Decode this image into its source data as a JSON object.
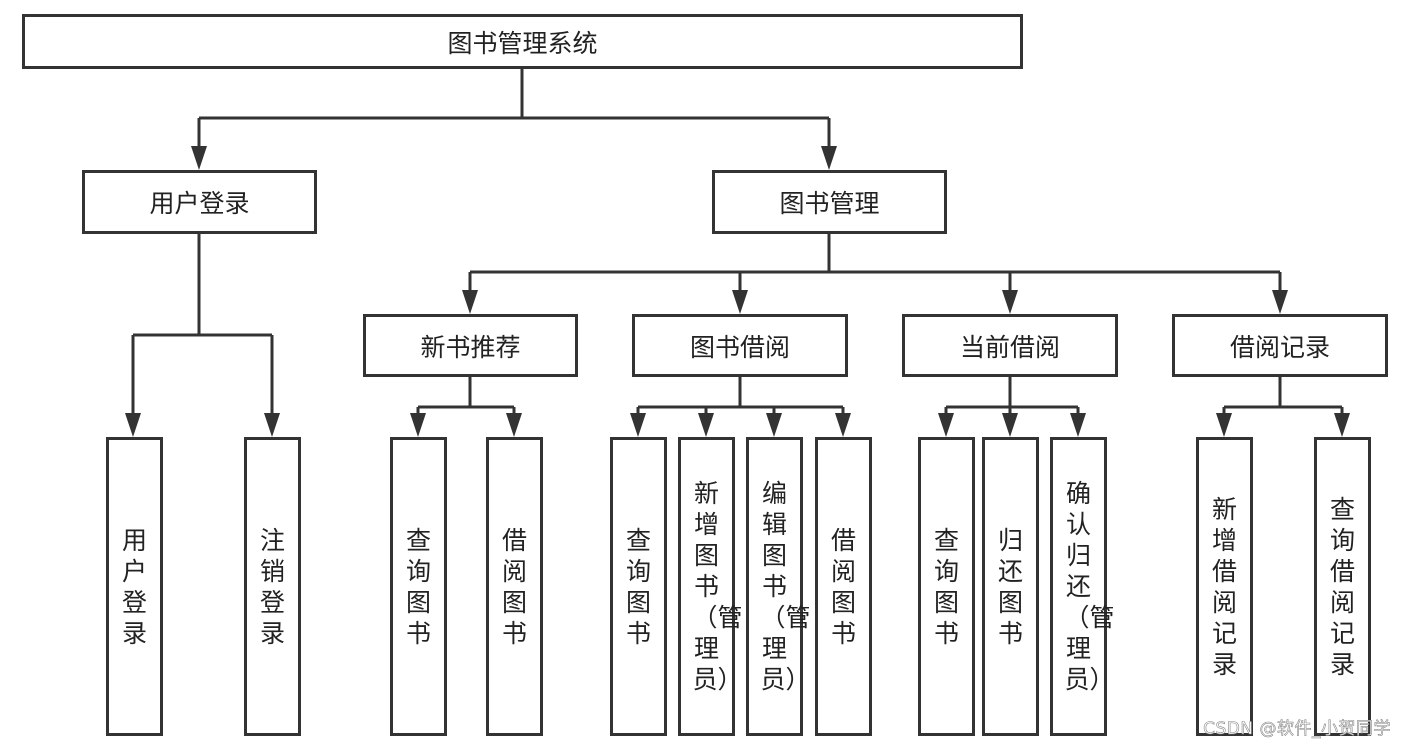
{
  "root": "图书管理系统",
  "level1": [
    "用户登录",
    "图书管理"
  ],
  "level2": [
    "新书推荐",
    "图书借阅",
    "当前借阅",
    "借阅记录"
  ],
  "leaves": {
    "user_login": [
      "用户登录",
      "注销登录"
    ],
    "new_books": [
      "查询图书",
      "借阅图书"
    ],
    "borrow": [
      "查询图书",
      "新增图书（管理员）",
      "编辑图书（管理员）",
      "借阅图书"
    ],
    "current": [
      "查询图书",
      "归还图书",
      "确认归还（管理员）"
    ],
    "records": [
      "新增借阅记录",
      "查询借阅记录"
    ]
  },
  "watermark": "CSDN @软件_小贺同学",
  "colors": {
    "stroke": "#333333",
    "background": "#ffffff"
  }
}
